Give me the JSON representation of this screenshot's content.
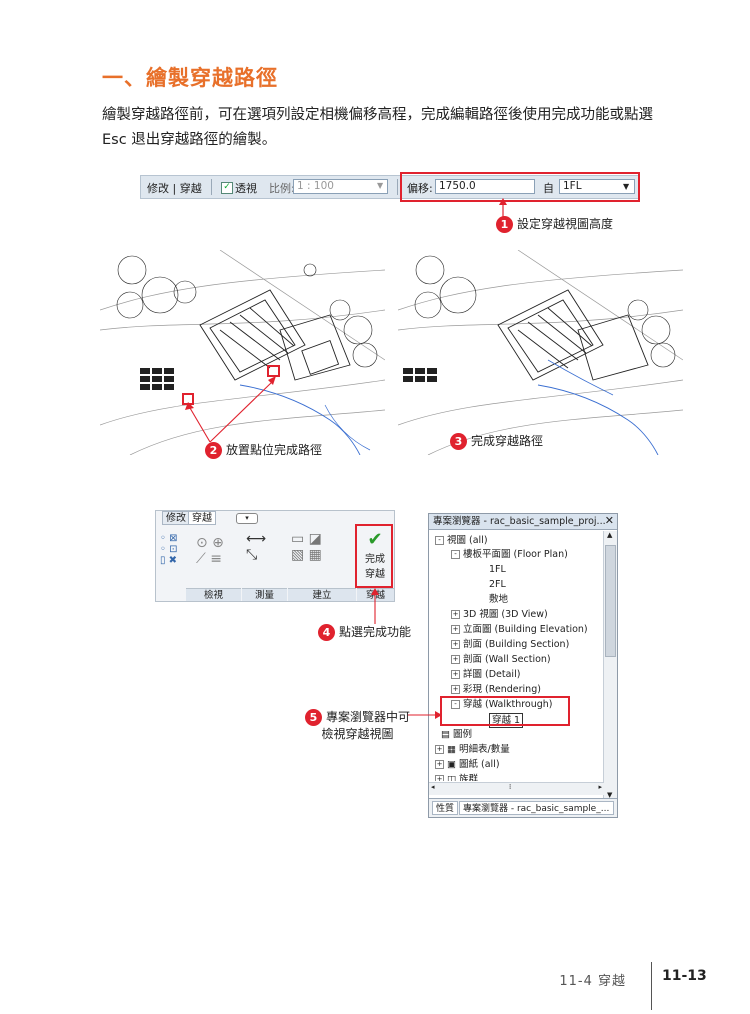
{
  "heading": "一、繪製穿越路徑",
  "paragraph": "繪製穿越路徑前，可在選項列設定相機偏移高程，完成編輯路徑後使用完成功能或點選 Esc 退出穿越路徑的繪製。",
  "options_bar": {
    "context": "修改 | 穿越",
    "perspective_label": "透視",
    "scale_label": "比例:",
    "scale_value": "1 : 100",
    "offset_label": "偏移:",
    "offset_value": "1750.0",
    "from_label": "自",
    "level_value": "1FL"
  },
  "callouts": {
    "c1": {
      "num": "1",
      "text": "設定穿越視圖高度"
    },
    "c2": {
      "num": "2",
      "text": "放置點位完成路徑"
    },
    "c3": {
      "num": "3",
      "text": "完成穿越路徑"
    },
    "c4": {
      "num": "4",
      "text": "點選完成功能"
    },
    "c5": {
      "num": "5",
      "line1": "專案瀏覽器中可",
      "line2": "檢視穿越視圖"
    }
  },
  "ribbon": {
    "tab_modify": "修改",
    "tab_walkthrough": "穿越",
    "finish_line1": "完成",
    "finish_line2": "穿越",
    "panel_view": "檢視",
    "panel_measure": "測量",
    "panel_create": "建立",
    "panel_walk": "穿越"
  },
  "browser": {
    "title": "專案瀏覽器 - rac_basic_sample_proj...",
    "items": [
      "視圖 (all)",
      "樓板平面圖 (Floor Plan)",
      "1FL",
      "2FL",
      "敷地",
      "3D 視圖 (3D View)",
      "立面圖 (Building Elevation)",
      "剖面 (Building Section)",
      "剖面 (Wall Section)",
      "詳圖 (Detail)",
      "彩現 (Rendering)",
      "穿越 (Walkthrough)",
      "穿越 1",
      "圖例",
      "明細表/數量",
      "圖紙 (all)",
      "族群"
    ],
    "tab_properties": "性質",
    "tab_browser": "專案瀏覽器 - rac_basic_sample_..."
  },
  "footer": {
    "section": "11-4 穿越",
    "page": "11-13"
  },
  "colors": {
    "heading": "#e8702a",
    "highlight": "#e0222e"
  }
}
